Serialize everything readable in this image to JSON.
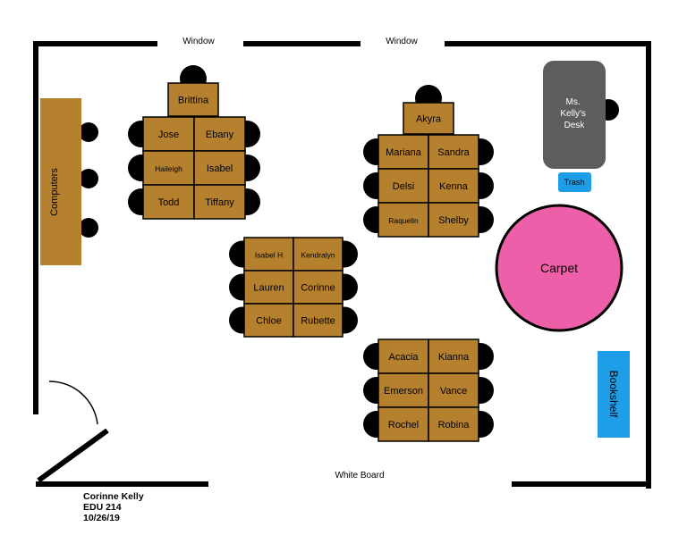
{
  "colors": {
    "wall": "#000000",
    "desk": "#b5812f",
    "computer_table": "#b5812f",
    "teacher_desk": "#5d5d5d",
    "carpet": "#ee5faa",
    "trash": "#1e9ee6",
    "bookshelf": "#1e9ee6",
    "chair": "#000000"
  },
  "labels": {
    "window_left": "Window",
    "window_right": "Window",
    "white_board": "White Board",
    "computers": "Computers",
    "teacher_desk": [
      "Ms.",
      "Kelly's",
      "Desk"
    ],
    "trash": "Trash",
    "carpet": "Carpet",
    "bookshelf": "Bookshelf"
  },
  "groups": {
    "group1": {
      "head": "Brittina",
      "seats": [
        "Jose",
        "Ebany",
        "Haileigh",
        "Isabel",
        "Todd",
        "Tiffany"
      ]
    },
    "group2": {
      "head": "Akyra",
      "seats": [
        "Mariana",
        "Sandra",
        "Delsi",
        "Kenna",
        "Raquelin",
        "Shelby"
      ]
    },
    "group3": {
      "seats": [
        "Isabel H",
        "Kendralyn",
        "Lauren",
        "Corinne",
        "Chloe",
        "Rubette"
      ]
    },
    "group4": {
      "seats": [
        "Acacia",
        "Kianna",
        "Emerson",
        "Vance",
        "Rochel",
        "Robina"
      ]
    }
  },
  "footer": {
    "name": "Corinne Kelly",
    "course": "EDU 214",
    "date": "10/26/19"
  }
}
